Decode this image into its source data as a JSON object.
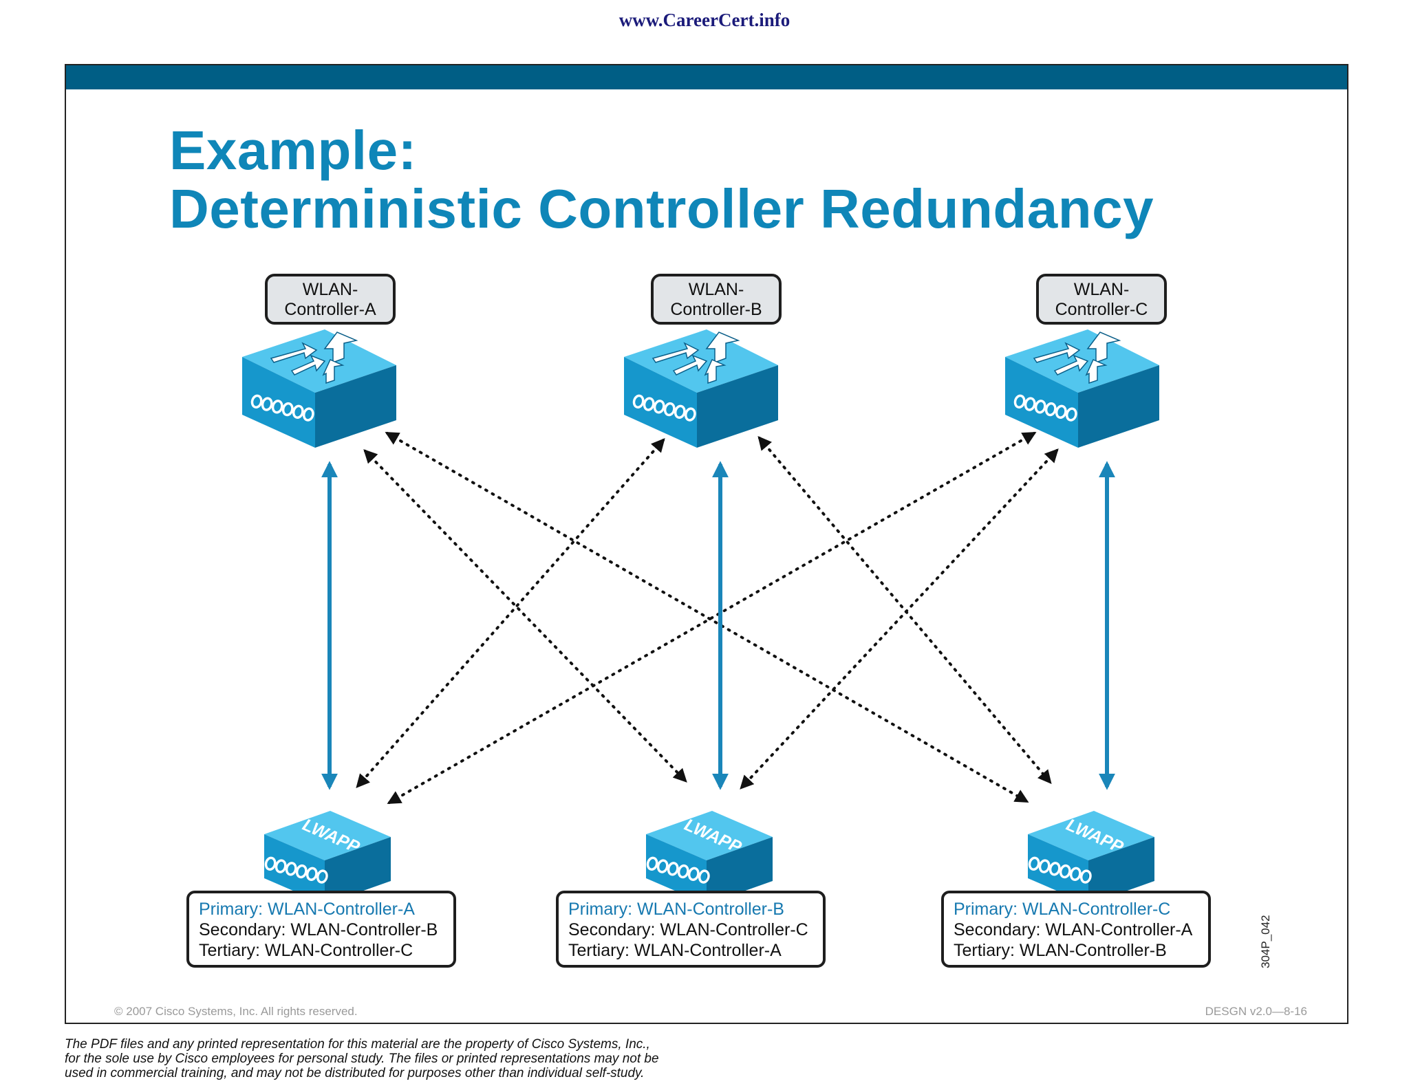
{
  "header": {
    "url": "www.CareerCert.info"
  },
  "slide": {
    "title_line1": "Example:",
    "title_line2": "Deterministic Controller Redundancy",
    "copyright": "© 2007 Cisco Systems, Inc. All rights reserved.",
    "course_id": "DESGN v2.0—8-16",
    "figure_id": "304P_042"
  },
  "controllers": [
    {
      "line1": "WLAN-",
      "line2": "Controller-A"
    },
    {
      "line1": "WLAN-",
      "line2": "Controller-B"
    },
    {
      "line1": "WLAN-",
      "line2": "Controller-C"
    }
  ],
  "access_points": [
    {
      "badge": "LWAPP",
      "primary_label": "Primary:",
      "primary_value": "WLAN-Controller-A",
      "secondary": "Secondary: WLAN-Controller-B",
      "tertiary": "Tertiary: WLAN-Controller-C"
    },
    {
      "badge": "LWAPP",
      "primary_label": "Primary:",
      "primary_value": "WLAN-Controller-B",
      "secondary": "Secondary: WLAN-Controller-C",
      "tertiary": "Tertiary: WLAN-Controller-A"
    },
    {
      "badge": "LWAPP",
      "primary_label": "Primary:",
      "primary_value": "WLAN-Controller-C",
      "secondary": "Secondary: WLAN-Controller-A",
      "tertiary": "Tertiary: WLAN-Controller-B"
    }
  ],
  "links": {
    "primary_color": "#1a86b9",
    "backup_color": "#111111",
    "device_color": "#1fa3d6"
  },
  "disclaimer": {
    "line1": "The PDF files and any printed representation for this material are the property of Cisco Systems, Inc.,",
    "line2": "for the sole use by Cisco employees for personal study. The files or printed representations may not be",
    "line3": "used in commercial training, and may not be distributed for purposes other than individual self-study."
  }
}
